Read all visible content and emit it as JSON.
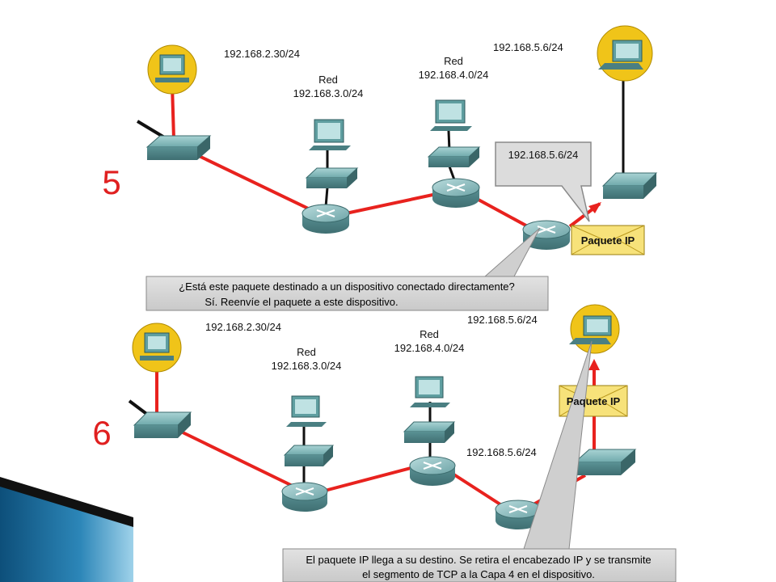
{
  "step_labels": {
    "panel_5": "5",
    "panel_6": "6"
  },
  "panel_5": {
    "host_left_ip": "192.168.2.30/24",
    "net3_title": "Red",
    "net3_ip": "192.168.3.0/24",
    "net4_title": "Red",
    "net4_ip": "192.168.4.0/24",
    "host_right_ip": "192.168.5.6/24",
    "bubble_ip": "192.168.5.6/24",
    "packet_label": "Paquete IP",
    "callout_line1": "¿Está este paquete destinado a un dispositivo conectado directamente?",
    "callout_line2": "Sí. Reenvíe el paquete a este dispositivo."
  },
  "panel_6": {
    "host_left_ip": "192.168.2.30/24",
    "net3_title": "Red",
    "net3_ip": "192.168.3.0/24",
    "net4_title": "Red",
    "net4_ip": "192.168.4.0/24",
    "host_right_ip": "192.168.5.6/24",
    "net5_ip": "192.168.5.6/24",
    "packet_label": "Paquete IP",
    "callout_line1": "El paquete IP llega a su destino. Se retira el encabezado IP y se transmite",
    "callout_line2": "el segmento de TCP a la Capa 4 en el dispositivo."
  },
  "colors": {
    "link_red": "#e8221e",
    "link_black": "#111111",
    "device_teal": "#5f9ea0",
    "host_circle": "#f0c419",
    "envelope": "#f7e27a",
    "callout_gray": "#d4d4d4",
    "step_number": "#e02020",
    "slide_accent": "#1a6fa0"
  }
}
